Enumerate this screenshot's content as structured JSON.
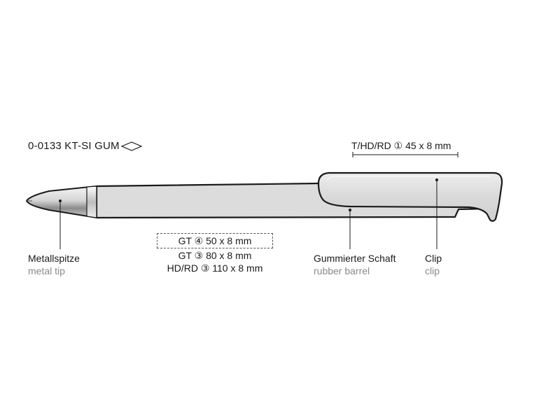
{
  "product": {
    "code": "0-0133 KT-SI GUM",
    "shape_icon": "diamond-outline-icon"
  },
  "dimensions": {
    "clip_print": "T/HD/RD ① 45 x 8 mm",
    "barrel_print": [
      "GT ④ 50 x 8 mm",
      "GT ③ 80 x 8 mm",
      "HD/RD ③ 110 x 8 mm"
    ]
  },
  "callouts": {
    "metal_tip": {
      "de": "Metallspitze",
      "en": "metal tip"
    },
    "rubber_barrel": {
      "de": "Gummierter Schaft",
      "en": "rubber barrel"
    },
    "clip": {
      "de": "Clip",
      "en": "clip"
    }
  },
  "colors": {
    "barrel": "#dcdcdc",
    "outline": "#1a1a1a",
    "secondary_text": "#8a8a8a"
  }
}
